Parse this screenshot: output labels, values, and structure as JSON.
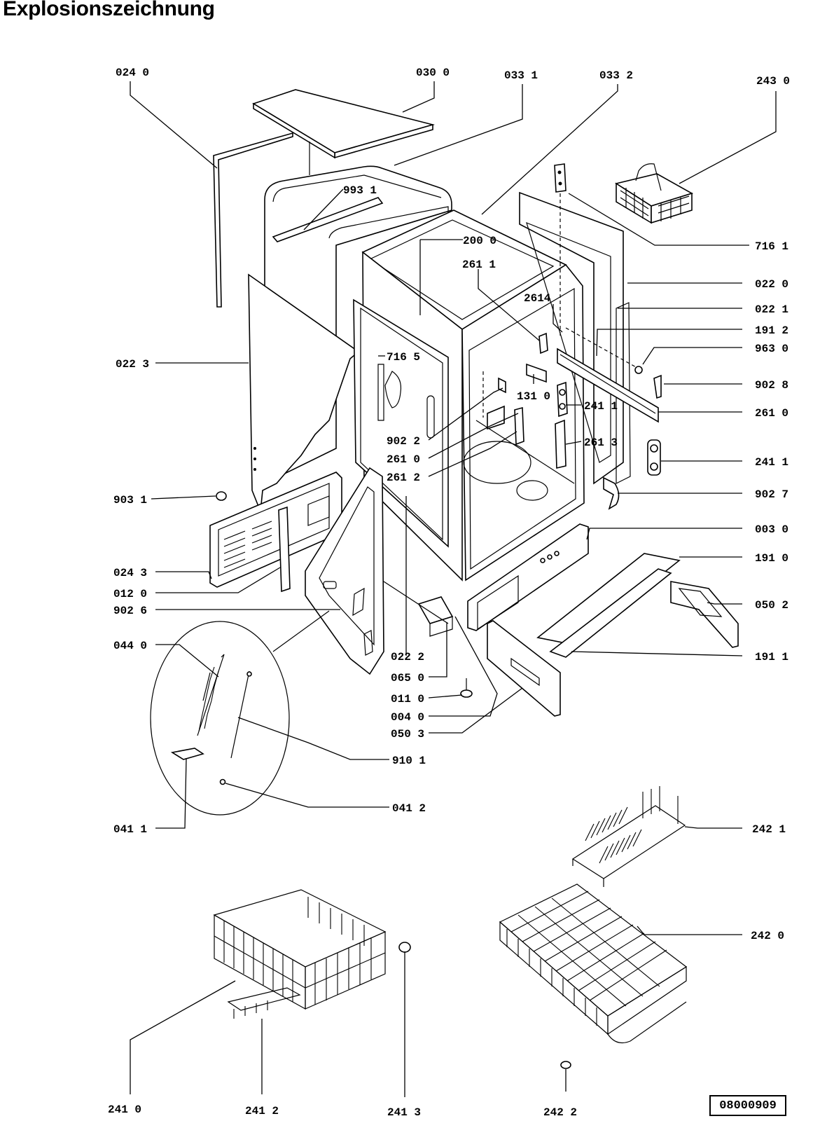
{
  "title": "Explosionszeichnung",
  "document_number": "08000909",
  "callouts": [
    {
      "id": "c0240",
      "label": "024 0"
    },
    {
      "id": "c0300",
      "label": "030 0"
    },
    {
      "id": "c0331",
      "label": "033 1"
    },
    {
      "id": "c0332",
      "label": "033 2"
    },
    {
      "id": "c2430",
      "label": "243 0"
    },
    {
      "id": "c9931",
      "label": "993 1"
    },
    {
      "id": "c7161",
      "label": "716 1"
    },
    {
      "id": "c2000",
      "label": "200 0"
    },
    {
      "id": "c2611",
      "label": "261 1"
    },
    {
      "id": "c0220",
      "label": "022 0"
    },
    {
      "id": "c2614",
      "label": "2614"
    },
    {
      "id": "c0221",
      "label": "022 1"
    },
    {
      "id": "c1912",
      "label": "191 2"
    },
    {
      "id": "c0223",
      "label": "022 3"
    },
    {
      "id": "c7165",
      "label": "716 5"
    },
    {
      "id": "c9630",
      "label": "963 0"
    },
    {
      "id": "c9028",
      "label": "902 8"
    },
    {
      "id": "c1310",
      "label": "131 0"
    },
    {
      "id": "c2411a",
      "label": "241 1"
    },
    {
      "id": "c2610b",
      "label": "261 0"
    },
    {
      "id": "c9022",
      "label": "902 2"
    },
    {
      "id": "c2613",
      "label": "261 3"
    },
    {
      "id": "c2610a",
      "label": "261 0"
    },
    {
      "id": "c2411b",
      "label": "241 1"
    },
    {
      "id": "c2612",
      "label": "261 2"
    },
    {
      "id": "c9031",
      "label": "903 1"
    },
    {
      "id": "c9027",
      "label": "902 7"
    },
    {
      "id": "c0030",
      "label": "003 0"
    },
    {
      "id": "c0243",
      "label": "024 3"
    },
    {
      "id": "c1910",
      "label": "191 0"
    },
    {
      "id": "c0120",
      "label": "012 0"
    },
    {
      "id": "c9026",
      "label": "902 6"
    },
    {
      "id": "c0502",
      "label": "050 2"
    },
    {
      "id": "c0440",
      "label": "044 0"
    },
    {
      "id": "c0222",
      "label": "022 2"
    },
    {
      "id": "c1911",
      "label": "191 1"
    },
    {
      "id": "c0650",
      "label": "065 0"
    },
    {
      "id": "c0110",
      "label": "011 0"
    },
    {
      "id": "c0040",
      "label": "004 0"
    },
    {
      "id": "c0503",
      "label": "050 3"
    },
    {
      "id": "c9101",
      "label": "910 1"
    },
    {
      "id": "c0412",
      "label": "041 2"
    },
    {
      "id": "c0411",
      "label": "041 1"
    },
    {
      "id": "c2421",
      "label": "242 1"
    },
    {
      "id": "c2420",
      "label": "242 0"
    },
    {
      "id": "c2410",
      "label": "241 0"
    },
    {
      "id": "c2412",
      "label": "241 2"
    },
    {
      "id": "c2413",
      "label": "241 3"
    },
    {
      "id": "c2422",
      "label": "242 2"
    }
  ]
}
